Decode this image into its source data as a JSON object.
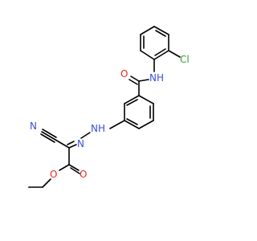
{
  "molecule": {
    "atom_labels": {
      "chlorine": "Cl",
      "amide_nh": "NH",
      "amide_o": "O",
      "hydrazone_nh": "NH",
      "hydrazone_n": "N",
      "nitrile_n": "N",
      "ester_o_carbonyl": "O",
      "ester_o_ether": "O"
    },
    "colors": {
      "carbon": "#000000",
      "nitrogen": "#3b4fd6",
      "oxygen": "#e8281c",
      "chlorine": "#2ca02c"
    }
  }
}
